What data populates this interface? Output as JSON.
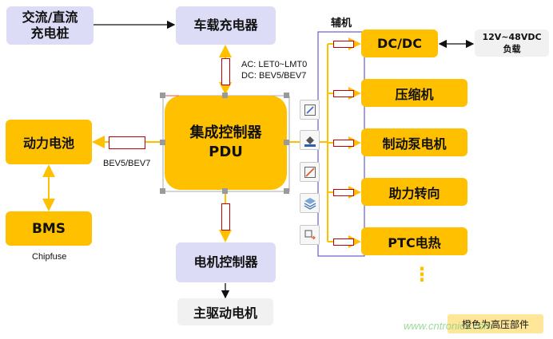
{
  "nodes": {
    "charging_station": "交流/直流\n充电桩",
    "onboard_charger": "车载充电器",
    "pdu": "集成控制器\nPDU",
    "battery": "动力电池",
    "bms": "BMS",
    "motor_controller": "电机控制器",
    "main_motor": "主驱动电机",
    "dcdc": "DC/DC",
    "compressor": "压缩机",
    "brake_pump": "制动泵电机",
    "power_steering": "助力转向",
    "ptc": "PTC电热",
    "load": "12V~48VDC\n负载"
  },
  "labels": {
    "aux": "辅机",
    "ac_fuse": "AC: LET0~LMT0",
    "dc_fuse": "DC: BEV5/BEV7",
    "battery_fuse": "BEV5/BEV7",
    "chipfuse": "Chipfuse",
    "more": "⋮",
    "legend": "橙色为高压部件",
    "watermark": "www.cntronics.com"
  },
  "toolbar": [
    "edit-icon",
    "fill-icon",
    "line-color-icon",
    "layers-icon",
    "text-replace-icon"
  ],
  "colors": {
    "high_voltage": "#ffc000",
    "low_voltage": "#dcdcf6",
    "fuse": "#c00000",
    "bus": "#6a5acd"
  }
}
